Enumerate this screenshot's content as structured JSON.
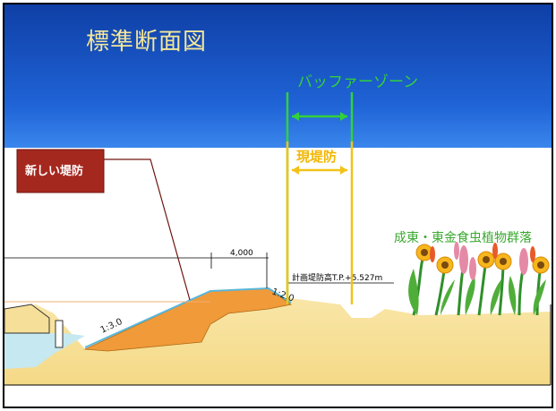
{
  "title": "標準断面図",
  "labels": {
    "buffer_zone": "バッファーゾーン",
    "current_levee": "現堤防",
    "new_levee": "新しい堤防",
    "plant_community": "成東・東金食虫植物群落",
    "width_dim": "4,000",
    "design_height": "計画堤防高T.P.+5.527m",
    "slope_front": "1:3.0",
    "slope_back": "1:2.0"
  },
  "colors": {
    "header_blue": "#1550b8",
    "header_light": "#2f78e6",
    "ground": "#f7e19a",
    "new_levee": "#f29a3a",
    "water": "#c9eaf2",
    "buffer_green": "#33d13a",
    "levee_yellow": "#f2c21a",
    "label_box": "#a5281f"
  }
}
